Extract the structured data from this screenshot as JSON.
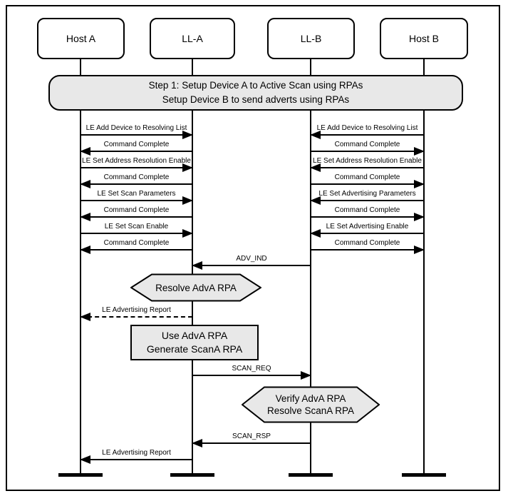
{
  "figure": {
    "background": "#ffffff",
    "line_color": "#000000",
    "fill_gray": "#e8e8e8"
  },
  "actors": [
    {
      "label": "Host A"
    },
    {
      "label": "LL-A"
    },
    {
      "label": "LL-B"
    },
    {
      "label": "Host B"
    }
  ],
  "banner": {
    "line1": "Step 1: Setup Device A to Active Scan using RPAs",
    "line2": "Setup Device B to send adverts using RPAs"
  },
  "host_a_messages": [
    {
      "label": "LE Add Device to Resolving List",
      "direction": "host-a-to-ll-a"
    },
    {
      "label": "Command Complete",
      "direction": "ll-a-to-host-a"
    },
    {
      "label": "LE Set Address Resolution Enable",
      "direction": "host-a-to-ll-a"
    },
    {
      "label": "Command Complete",
      "direction": "ll-a-to-host-a"
    },
    {
      "label": "LE Set Scan Parameters",
      "direction": "host-a-to-ll-a"
    },
    {
      "label": "Command Complete",
      "direction": "ll-a-to-host-a"
    },
    {
      "label": "LE Set Scan Enable",
      "direction": "host-a-to-ll-a"
    },
    {
      "label": "Command Complete",
      "direction": "ll-a-to-host-a"
    }
  ],
  "host_b_messages": [
    {
      "label": "LE Add Device to Resolving List",
      "direction": "host-b-to-ll-b"
    },
    {
      "label": "Command Complete",
      "direction": "ll-b-to-host-b"
    },
    {
      "label": "LE Set Address Resolution Enable",
      "direction": "host-b-to-ll-b"
    },
    {
      "label": "Command Complete",
      "direction": "ll-b-to-host-b"
    },
    {
      "label": "LE Set Advertising Parameters",
      "direction": "host-b-to-ll-b"
    },
    {
      "label": "Command Complete",
      "direction": "ll-b-to-host-b"
    },
    {
      "label": "LE Set Advertising Enable",
      "direction": "host-b-to-ll-b"
    },
    {
      "label": "Command Complete",
      "direction": "ll-b-to-host-b"
    }
  ],
  "air_messages": [
    {
      "label": "ADV_IND",
      "direction": "ll-b-to-ll-a"
    },
    {
      "label": "SCAN_REQ",
      "direction": "ll-a-to-ll-b"
    },
    {
      "label": "SCAN_RSP",
      "direction": "ll-b-to-ll-a"
    }
  ],
  "reports": [
    {
      "label": "LE Advertising Report",
      "style": "dashed",
      "direction": "ll-a-to-host-a"
    },
    {
      "label": "LE Advertising Report",
      "style": "solid",
      "direction": "ll-a-to-host-a"
    }
  ],
  "process_steps": {
    "resolve_adva": {
      "line1": "Resolve AdvA RPA"
    },
    "use_adva": {
      "line1": "Use AdvA RPA",
      "line2": "Generate ScanA RPA"
    },
    "verify_adva": {
      "line1": "Verify AdvA RPA",
      "line2": "Resolve ScanA RPA"
    }
  }
}
